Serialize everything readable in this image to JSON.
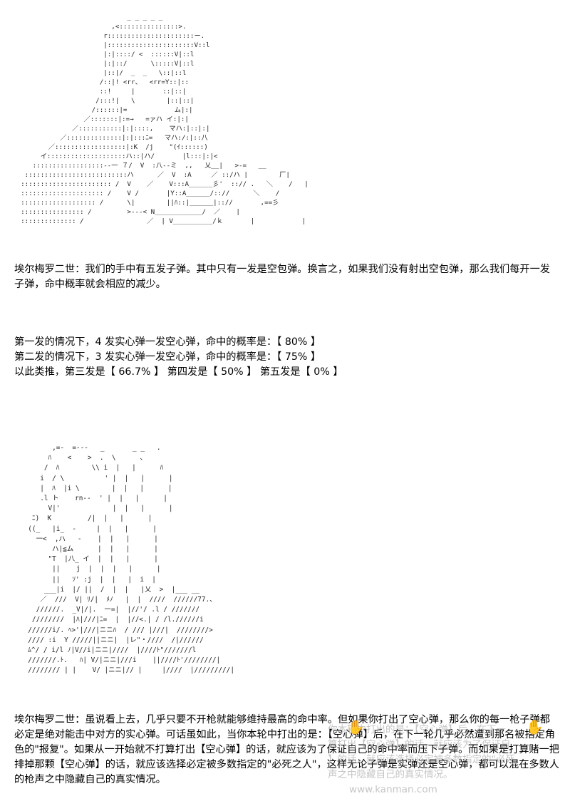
{
  "art_top": "                             _ _ _ _ _\n                         ,<:::::::::::::::>.\n                       r::::::::::::::::::::::ー.\n                       |::::::::::::::::::::::V::l\n                       |:|::::/ <  ::::::V|::l\n                       |:|::/      \\:::::V|::l\n                       |::|/  _  _   \\::|::l\n                      /::|! <rr、  <rr=Y::|::\n                      ::!     |       ::|::|\n                     /:::!|   \\        |::|::|\n                    /::::::|=            ム|:|\n                  ／:::::::|:=→   =ァハ イ:|:|\n               ／:::::::::::|:|::::,    マハ:|::|:|\n            ／::::::::::::::|:|:::ﾆ=   マハ:/:|::八\n         ／::::::::::::::::::|:K  /j    \"(ｲ::::::)\n       イ::::::::::::::::::::ハ::|ハ/       |l:::|:|<\n     ::::::::::::::::::--一 ７/  V  :八--ミ  ,,   乂__|   >-=   __\n   ::::::::::::::::::::::::::ハ      ／  V  :A     ／ ::/ハ |        厂|\n  ::::::::::::::::::::::: /  V    ／    V:::A______彡'  ::// .   ＼    /   |\n  ::::::::::::::::::::: /    V /       |Y::A______/:://      ＼    /\n  ::::::::::::::::::: /      \\|        ||ﾊ::|______|:://       ,==彡\n  :::::::::::::::: /         >---< N____________/  ／    |\n  :::::::::::::: /                ／  | V__________/ｋ       |            |",
  "dialog_top": "埃尔梅罗二世：我们的手中有五发子弹。其中只有一发是空包弹。换言之，如果我们没有射出空包弹，那么我们每开一发子弹，命中概率就会相应的减少。",
  "stats": [
    "第一发的情况下，4 发实心弹一发空心弹，命中的概率是：【 80% 】",
    "第二发的情况下，3 发实心弹一发空心弹，命中的概率是：【 75% 】",
    "以此类推，第三发是【 66.7% 】 第四发是【 50% 】 第五发是【 0% 】"
  ],
  "art_bottom": "        ,=-  =---   _       _ _   .\n       ﾊ    <    >  .  \\      、\n      /  ﾊ        \\\\ i  |   |      ﾊ\n     i  / \\          ' |  |   |      |\n     |  ﾊ  |i \\        |  |   |      |\n     .l ト    rn--  ' |  |   |      |\n       V|'             |  |   |      |\n   ﾆ)  K         /|  |   |      |\n  ((_   |i_  -     |  |   |      |\n    一<  ,ハ   -    |  |   |      |\n        ハ|≦ム      |  |   |      |\n       \"T  |八_ イ  |  |   |      |\n        ||    j  |  |  |   |      |\n        ||   ｿ' :j  |  |   |  i  |\n      ___|i  |/ ||  /  |  |   |乂  >  |___ __\n     ／  ///  V| ﾘ/|  ﾒﾉ   |  |  ////  //////77.、\n    //////.  _V|/|.  一=|  |//'/ .l / ///////\n   ////////  |ﾊ|///|ﾆ=  |  |//<.| / /l.//////i\n  //////i/. ﾍ>'|///|ニニﾊ  / /// |///|  ////////>\n  //// :i  Y /////||ニニ|  |レ\"・////  /|//////\n  ﾑ^/ / i/l ﾉ|V//i|ニニ|////  |////ﾄ\"///////l\n  ///////.ﾄ.   ﾊ| V/|ニニ|///i    ||////ﾄ'////////|\n  //////// | |    V/ |ニニ|// |     |////  |/////////|",
  "dialog_bottom": "埃尔梅罗二世：虽说看上去，几乎只要不开枪就能够维持最高的命中率。但如果你打出了空心弹，那么你的每一枪子弹都必定是绝对能击中对方的实心弹。可话虽如此，当你本轮中打出的是：【空心弹】后，在下一轮几乎必然遭到那名被指定角色的\"报复\"。如果从一开始就不打算打出【空心弹】的话，就应该为了保证自己的命中率而压下子弹。而如果是打算赌一把排掉那颗【空心弹】的话，就应该选择必定被多数指定的\"必死之人\"，这样无论子弹是实弹还是空心弹，都可以混在多数人的枪声之中隐藏自己的真实情况。",
  "watermark": "你本轮中打出的是：【空心弹】后，在下一\n算打出【空心弹】的话，就应该为了保证自\n】的话，就应该选择必定被多数指定的\"必死\n声之中隐藏自己的真实情况。\n       www.kanman.com",
  "colors": {
    "text": "#000000",
    "art": "#222222",
    "watermark_logo": "#f2a61a"
  },
  "icons": {
    "watermark_logo": "hand-logo-icon"
  }
}
